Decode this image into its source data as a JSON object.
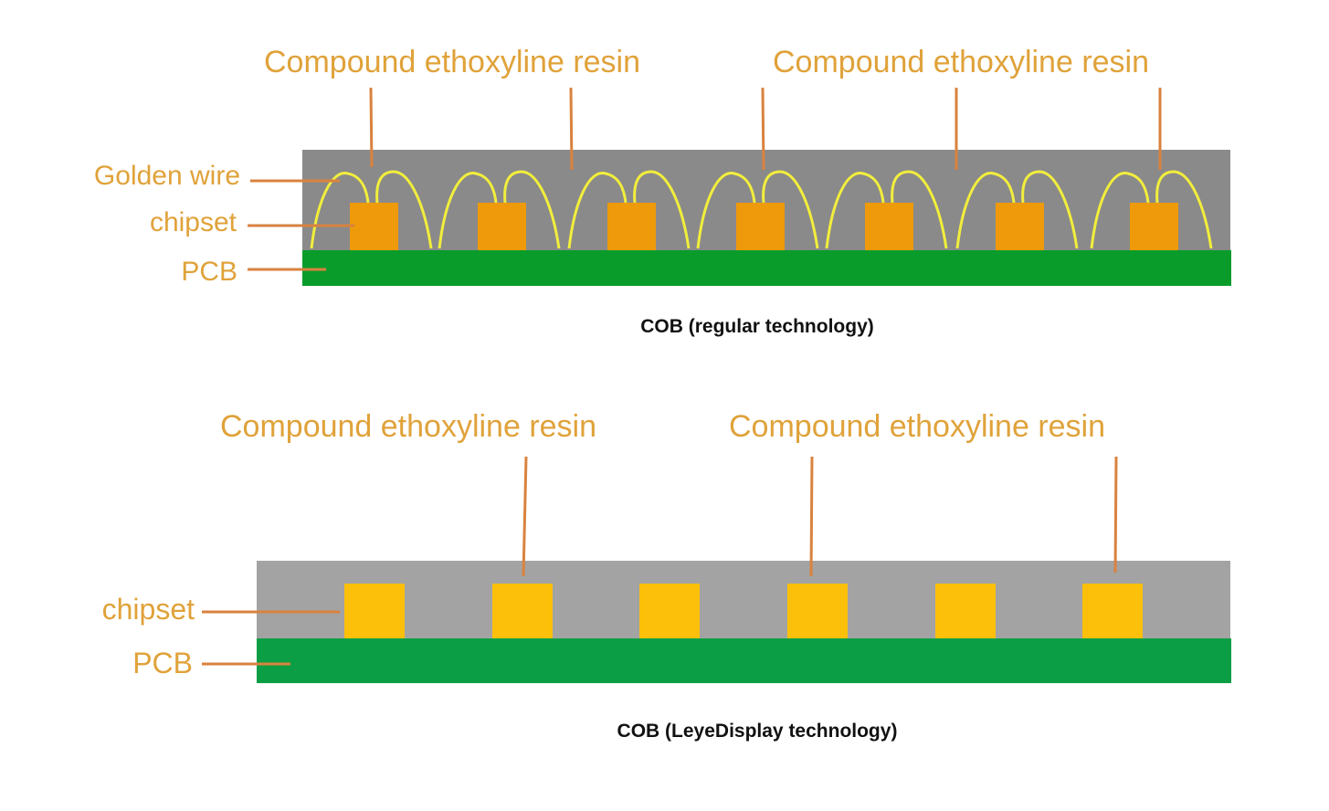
{
  "colors": {
    "label_text": "#e0a23a",
    "leader_line": "#d9823f",
    "resin_regular": "#8a8a8a",
    "resin_leyedisplay": "#a3a3a3",
    "pcb_regular": "#0a9c2a",
    "pcb_leyedisplay": "#0c9e45",
    "chip_regular": "#ee9a0a",
    "chip_leyedisplay": "#fdc00a",
    "golden_wire": "#f2ee3c",
    "caption": "#111111"
  },
  "diagrams": [
    {
      "id": "regular",
      "caption": "COB (regular technology)",
      "top_labels": [
        "Compound ethoxyline resin",
        "Compound ethoxyline resin"
      ],
      "side_labels": [
        "Golden wire",
        "chipset",
        "PCB"
      ],
      "chip_count": 7,
      "has_golden_wire": true
    },
    {
      "id": "leyedisplay",
      "caption": "COB (LeyeDisplay technology)",
      "top_labels": [
        "Compound ethoxyline resin",
        "Compound ethoxyline resin"
      ],
      "side_labels": [
        "chipset",
        "PCB"
      ],
      "chip_count": 6,
      "has_golden_wire": false
    }
  ]
}
